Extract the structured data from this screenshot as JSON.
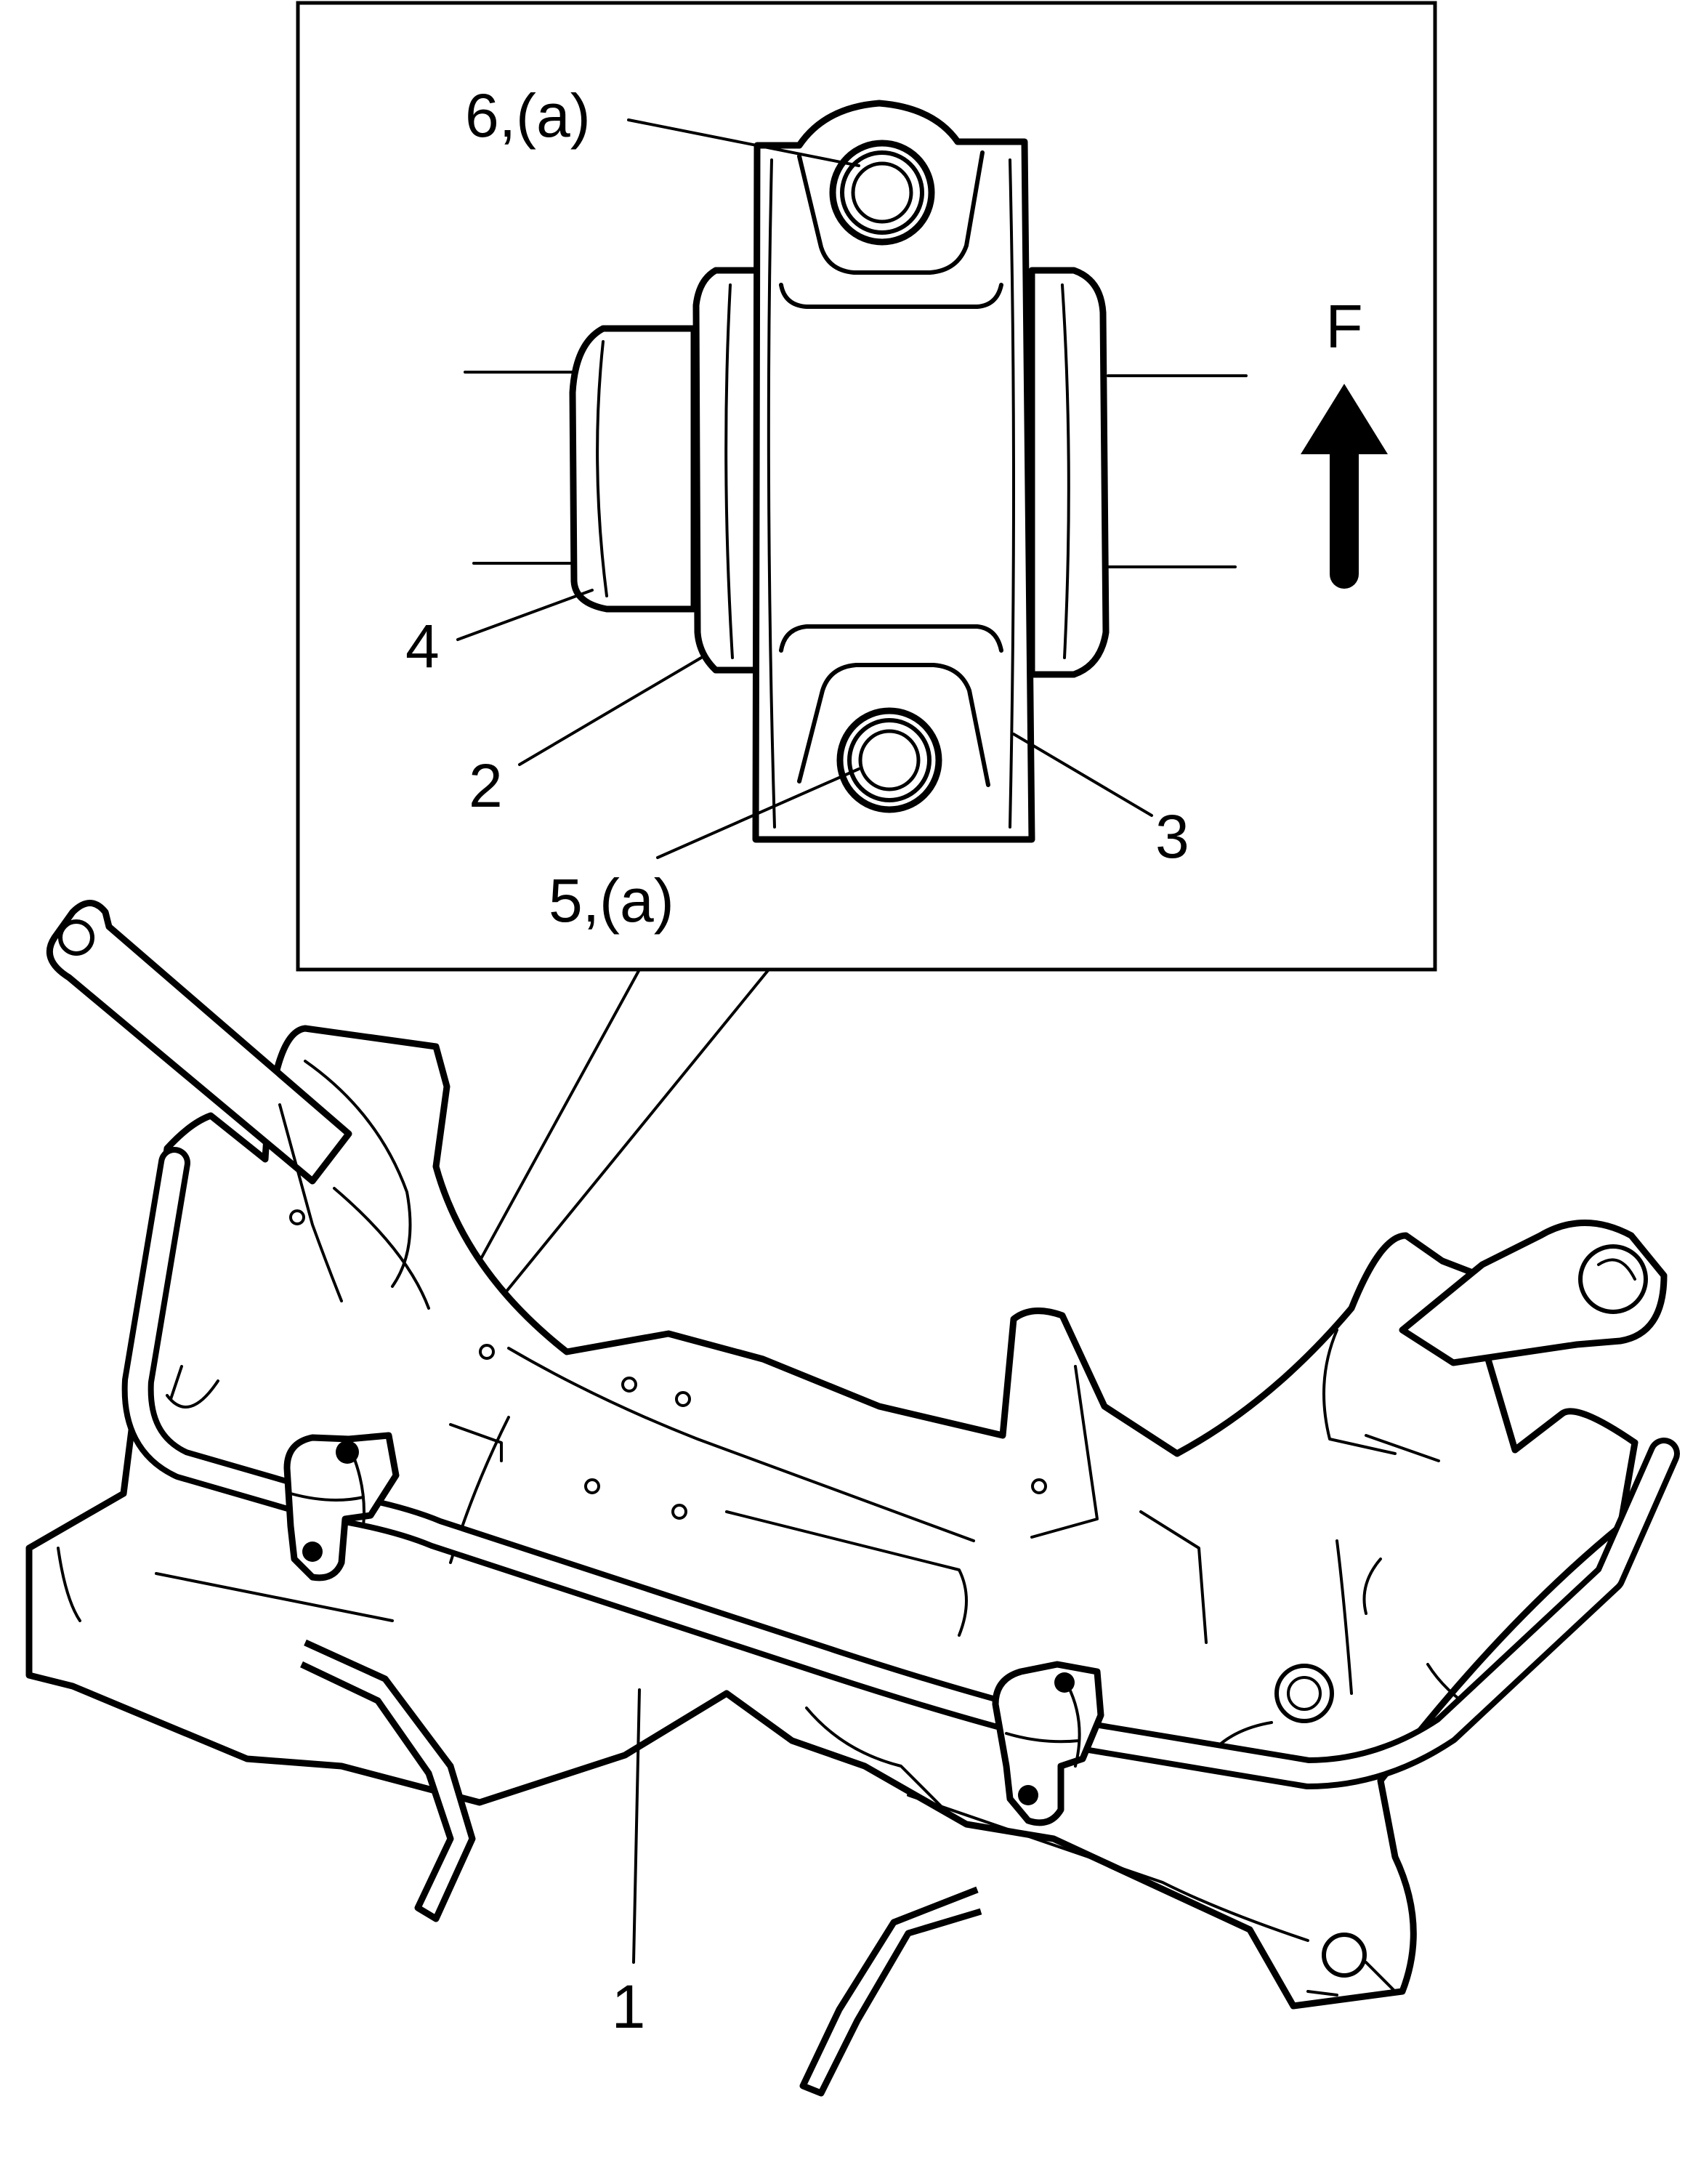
{
  "labels": {
    "frame": "1",
    "bushing_outer": "2",
    "bracket": "3",
    "bushing_inner": "4",
    "bolt_lower": "5,(a)",
    "bolt_upper": "6,(a)",
    "front_direction": "F"
  },
  "icons": {
    "front_arrow": "arrow-up-icon"
  }
}
